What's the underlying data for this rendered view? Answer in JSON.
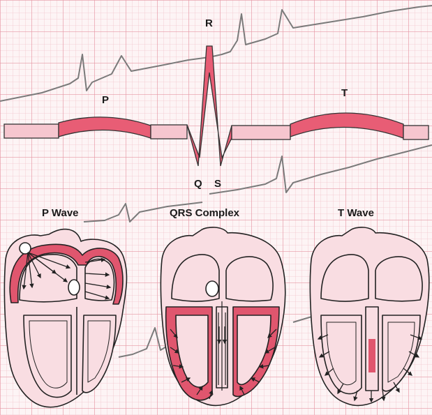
{
  "diagram": {
    "wave_labels": {
      "p": "P",
      "r": "R",
      "t": "T",
      "q": "Q",
      "s": "S"
    },
    "heart_labels": {
      "p_wave": "P Wave",
      "qrs": "QRS Complex",
      "t_wave": "T Wave"
    },
    "colors": {
      "grid_minor": "#f2c4cc",
      "grid_major": "#e596a4",
      "paper": "#fdf4f5",
      "band_fill": "#e85d75",
      "band_light": "#f6c6cf",
      "trace": "#7a7a7a",
      "heart_fill": "#f9dde2",
      "heart_stroke": "#222222",
      "active_red": "#e0566e"
    }
  }
}
